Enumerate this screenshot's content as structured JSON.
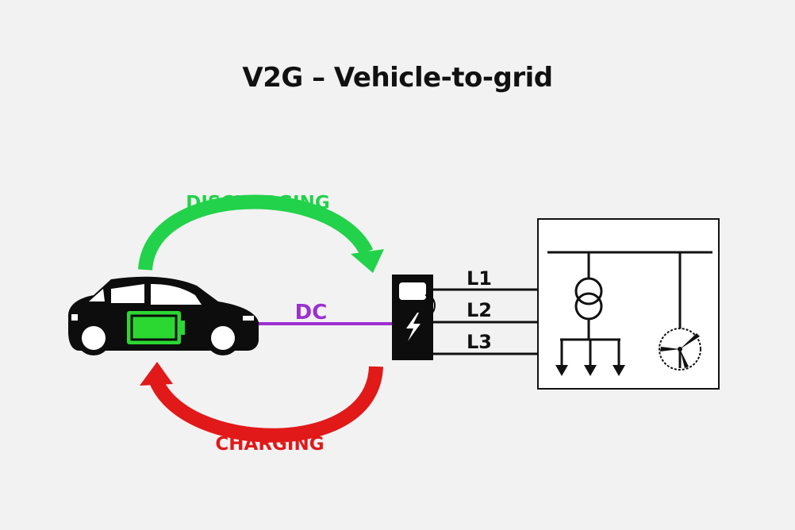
{
  "title": "V2G – Vehicle-to-grid",
  "labels": {
    "discharging": "DISCHARGING",
    "charging": "CHARGING",
    "dc": "DC",
    "l1": "L1",
    "l2": "L2",
    "l3": "L3"
  },
  "colors": {
    "background": "#f2f2f2",
    "discharging": "#22d24a",
    "charging": "#e11919",
    "dc": "#9b30d0",
    "battery": "#2bd832",
    "ink": "#111111"
  },
  "icons": {
    "vehicle": "car-icon",
    "battery": "battery-icon",
    "charger": "charging-station-icon",
    "bolt": "lightning-bolt-icon",
    "transformer": "transformer-icon",
    "wind": "wind-turbine-icon"
  }
}
